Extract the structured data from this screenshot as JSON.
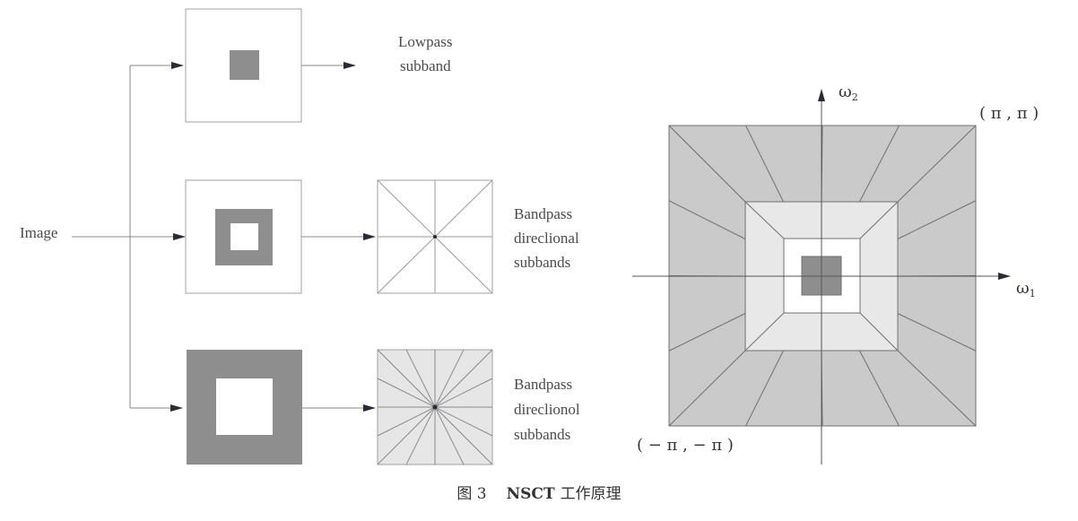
{
  "labels": {
    "input": "Image",
    "lowpass_line1": "Lowpass",
    "lowpass_line2": "subband",
    "bandpass1_line1": "Bandpass",
    "bandpass1_line2": "direclional",
    "bandpass1_line3": "subbands",
    "bandpass2_line1": "Bandpass",
    "bandpass2_line2": "direclionol",
    "bandpass2_line3": "subbands"
  },
  "frequency_plane": {
    "axis_horizontal_symbol": "ω",
    "axis_horizontal_subscript": "1",
    "axis_vertical_symbol": "ω",
    "axis_vertical_subscript": "2",
    "corner_top_right": "( π , π )",
    "corner_bottom_left": "( − π , − π )"
  },
  "caption": {
    "figure_number": "图 3",
    "title_bold": "NSCT",
    "title_rest": "工作原理"
  },
  "colors": {
    "dark_fill": "#8e8e8e",
    "mid_fill": "#cacaca",
    "light_fill": "#e6e6e6",
    "line": "#777777",
    "box_border": "#9a9a9a",
    "arrow": "#2a2a3a"
  }
}
